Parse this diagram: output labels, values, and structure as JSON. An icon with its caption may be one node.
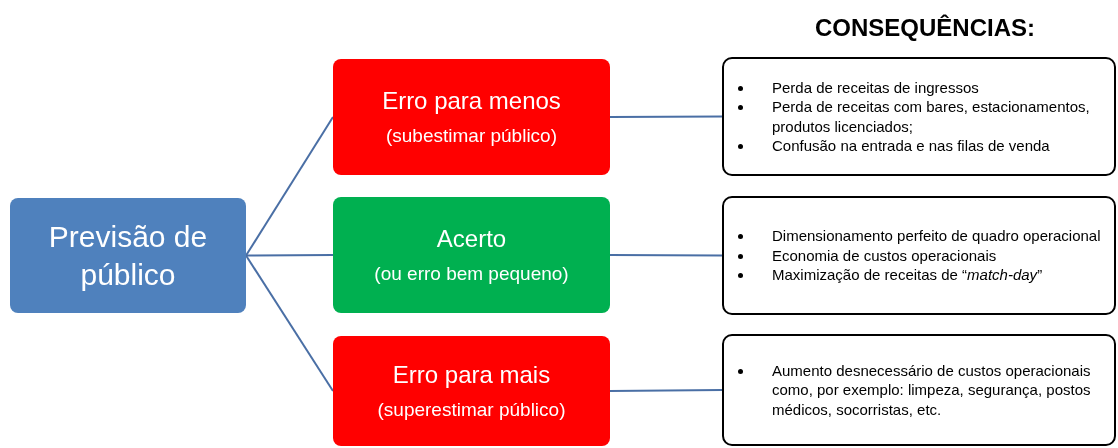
{
  "diagram": {
    "nodes": [
      {
        "text": [
          "Previsão de público"
        ]
      },
      {
        "text": [
          "Erro para menos",
          "(subestimar público)"
        ]
      },
      {
        "text": [
          "Acerto",
          "(ou erro bem pequeno)"
        ]
      },
      {
        "text": [
          "Erro para mais",
          "(superestimar público)"
        ]
      },
      {
        "text": [
          "Perda de receitas de ingressos",
          "Perda de receitas com bares, estacionamentos, produtos licenciados;",
          "Confusão na entrada e nas filas de venda"
        ]
      },
      {
        "text": [
          "Dimensionamento perfeito de quadro operacional",
          "Economia de custos operacionais",
          "Maximização de receitas de “*match-day*”"
        ]
      },
      {
        "text": [
          "Aumento desnecessário de custos operacionais como, por exemplo: limpeza, segurança, postos médicos, socorristas, etc."
        ]
      }
    ],
    "edges": [
      {
        "from": 0,
        "to": 1,
        "arrow": "none"
      },
      {
        "from": 0,
        "to": 2,
        "arrow": "none"
      },
      {
        "from": 0,
        "to": 3,
        "arrow": "none"
      },
      {
        "from": 1,
        "to": 4,
        "arrow": "none"
      },
      {
        "from": 2,
        "to": 5,
        "arrow": "none"
      },
      {
        "from": 3,
        "to": 6,
        "arrow": "none"
      }
    ],
    "labels": [
      "CONSEQUÊNCIAS:"
    ]
  }
}
